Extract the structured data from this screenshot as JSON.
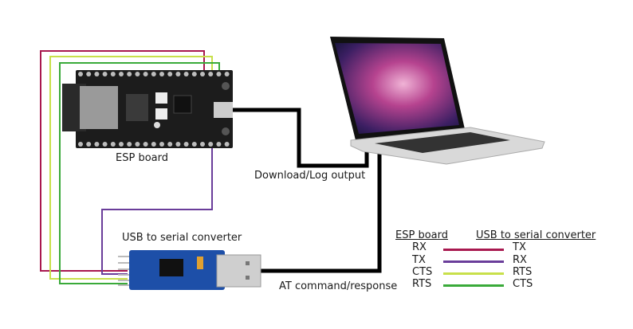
{
  "labels": {
    "esp_board": "ESP board",
    "usb_serial": "USB to serial converter",
    "download_log": "Download/Log output",
    "at_command": "AT command/response"
  },
  "legend": {
    "header_left": "ESP board",
    "header_right": "USB to serial converter",
    "rows": [
      {
        "left": "RX",
        "right": "TX",
        "color": "#a8184f"
      },
      {
        "left": "TX",
        "right": "RX",
        "color": "#6a3d9a"
      },
      {
        "left": "CTS",
        "right": "RTS",
        "color": "#c8e04a"
      },
      {
        "left": "RTS",
        "right": "CTS",
        "color": "#3aaa3a"
      }
    ]
  },
  "colors": {
    "cable": "#000000",
    "wire_rx": "#a8184f",
    "wire_tx": "#6a3d9a",
    "wire_cts": "#c8e04a",
    "wire_rts": "#3aaa3a"
  }
}
